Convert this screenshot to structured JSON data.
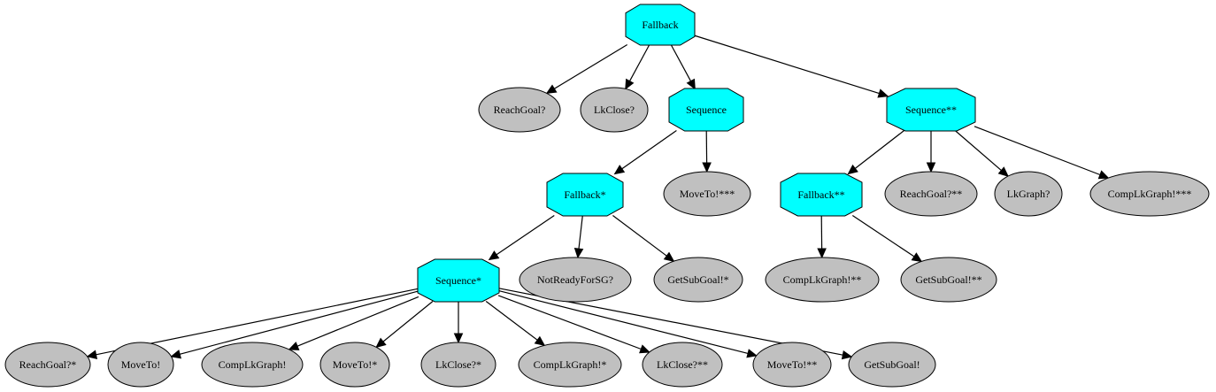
{
  "diagram": {
    "type": "behavior-tree",
    "colors": {
      "control_node": "#00ffff",
      "leaf_node": "#c0c0c0",
      "edge": "#000000"
    },
    "nodes": [
      {
        "id": "n0",
        "label": "Fallback",
        "kind": "control"
      },
      {
        "id": "n1",
        "label": "ReachGoal?",
        "kind": "leaf"
      },
      {
        "id": "n2",
        "label": "LkClose?",
        "kind": "leaf"
      },
      {
        "id": "n3",
        "label": "Sequence",
        "kind": "control"
      },
      {
        "id": "n4",
        "label": "Sequence**",
        "kind": "control"
      },
      {
        "id": "n5",
        "label": "Fallback*",
        "kind": "control"
      },
      {
        "id": "n6",
        "label": "MoveTo!***",
        "kind": "leaf"
      },
      {
        "id": "n7",
        "label": "Fallback**",
        "kind": "control"
      },
      {
        "id": "n8",
        "label": "ReachGoal?**",
        "kind": "leaf"
      },
      {
        "id": "n9",
        "label": "LkGraph?",
        "kind": "leaf"
      },
      {
        "id": "n10",
        "label": "CompLkGraph!***",
        "kind": "leaf"
      },
      {
        "id": "n11",
        "label": "Sequence*",
        "kind": "control"
      },
      {
        "id": "n12",
        "label": "NotReadyForSG?",
        "kind": "leaf"
      },
      {
        "id": "n13",
        "label": "GetSubGoal!*",
        "kind": "leaf"
      },
      {
        "id": "n14",
        "label": "CompLkGraph!**",
        "kind": "leaf"
      },
      {
        "id": "n15",
        "label": "GetSubGoal!**",
        "kind": "leaf"
      },
      {
        "id": "n16",
        "label": "ReachGoal?*",
        "kind": "leaf"
      },
      {
        "id": "n17",
        "label": "MoveTo!",
        "kind": "leaf"
      },
      {
        "id": "n18",
        "label": "CompLkGraph!",
        "kind": "leaf"
      },
      {
        "id": "n19",
        "label": "MoveTo!*",
        "kind": "leaf"
      },
      {
        "id": "n20",
        "label": "LkClose?*",
        "kind": "leaf"
      },
      {
        "id": "n21",
        "label": "CompLkGraph!*",
        "kind": "leaf"
      },
      {
        "id": "n22",
        "label": "LkClose?**",
        "kind": "leaf"
      },
      {
        "id": "n23",
        "label": "MoveTo!**",
        "kind": "leaf"
      },
      {
        "id": "n24",
        "label": "GetSubGoal!",
        "kind": "leaf"
      }
    ],
    "edges": [
      [
        "n0",
        "n1"
      ],
      [
        "n0",
        "n2"
      ],
      [
        "n0",
        "n3"
      ],
      [
        "n0",
        "n4"
      ],
      [
        "n3",
        "n5"
      ],
      [
        "n3",
        "n6"
      ],
      [
        "n4",
        "n7"
      ],
      [
        "n4",
        "n8"
      ],
      [
        "n4",
        "n9"
      ],
      [
        "n4",
        "n10"
      ],
      [
        "n5",
        "n11"
      ],
      [
        "n5",
        "n12"
      ],
      [
        "n5",
        "n13"
      ],
      [
        "n7",
        "n14"
      ],
      [
        "n7",
        "n15"
      ],
      [
        "n11",
        "n16"
      ],
      [
        "n11",
        "n17"
      ],
      [
        "n11",
        "n18"
      ],
      [
        "n11",
        "n19"
      ],
      [
        "n11",
        "n20"
      ],
      [
        "n11",
        "n21"
      ],
      [
        "n11",
        "n22"
      ],
      [
        "n11",
        "n23"
      ],
      [
        "n11",
        "n24"
      ]
    ]
  }
}
